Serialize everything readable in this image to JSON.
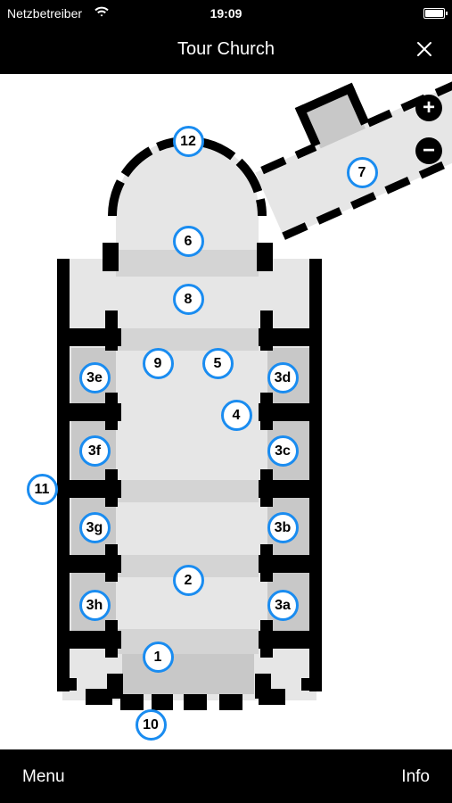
{
  "status_bar": {
    "carrier": "Netzbetreiber",
    "time": "19:09"
  },
  "nav": {
    "title": "Tour Church",
    "close_icon": "close-x"
  },
  "zoom": {
    "in": "+",
    "out": "−"
  },
  "markers": [
    "12",
    "7",
    "6",
    "8",
    "9",
    "5",
    "3e",
    "3d",
    "4",
    "3f",
    "3c",
    "11",
    "3g",
    "3b",
    "2",
    "3h",
    "3a",
    "1",
    "10"
  ],
  "bottom_bar": {
    "menu": "Menu",
    "info": "Info"
  },
  "colors": {
    "bar": "#000000",
    "wall": "#000000",
    "floor_light": "#e6e6e6",
    "floor_band": "#d4d4d4",
    "floor_dark": "#c8c8c8",
    "marker_border": "#1a8cf0"
  }
}
